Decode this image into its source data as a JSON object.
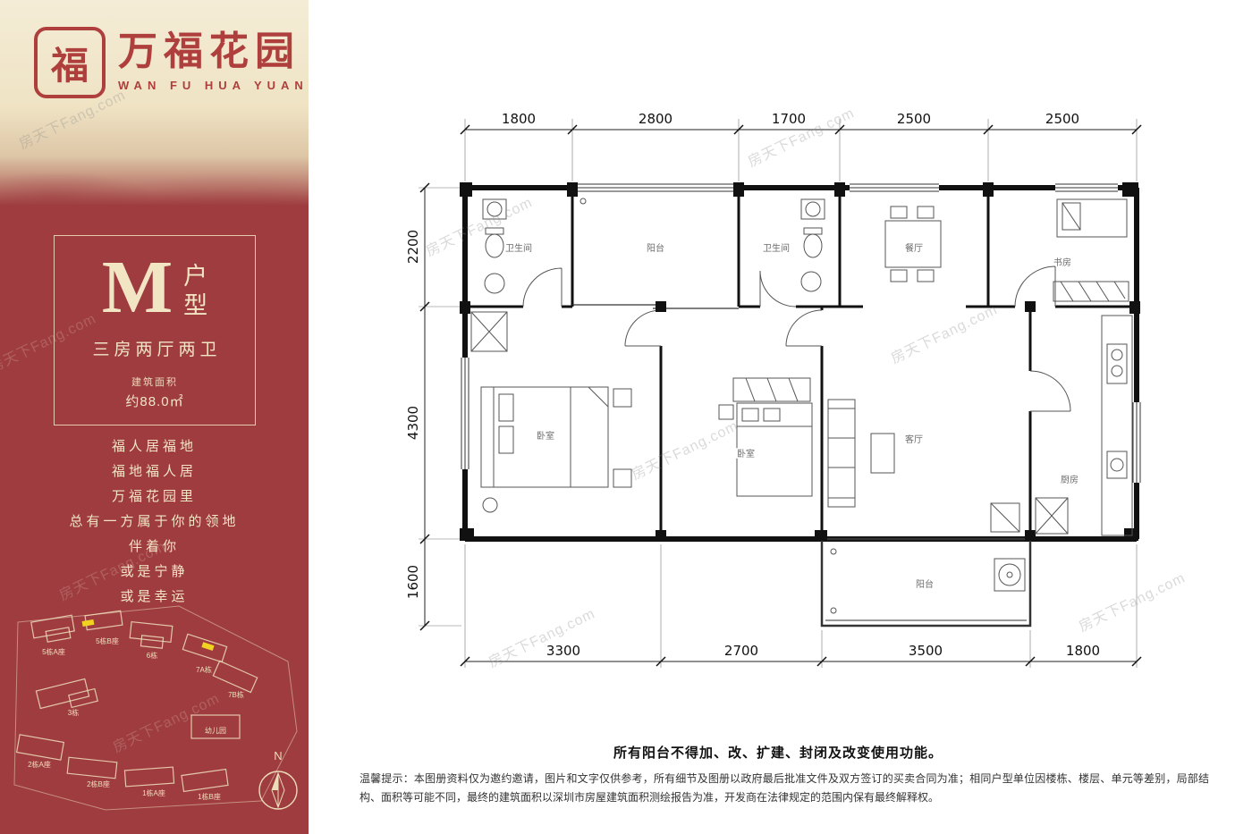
{
  "brand": {
    "logo_char": "福",
    "name": "万福花园",
    "name_en": "WAN FU HUA YUAN"
  },
  "unit_card": {
    "type_letter": "M",
    "type_word_1": "户",
    "type_word_2": "型",
    "layout": "三房两厅两卫",
    "area_label": "建筑面积",
    "area_value": "约88.0㎡"
  },
  "slogan_lines": [
    "福人居福地",
    "福地福人居",
    "万福花园里",
    "总有一方属于你的领地",
    "伴着你",
    "或是宁静",
    "或是幸运"
  ],
  "site_plan": {
    "buildings": [
      "5栋A座",
      "5栋B座",
      "6栋",
      "7A栋",
      "7B栋",
      "3栋",
      "幼儿园",
      "2栋A座",
      "2栋B座",
      "1栋A座",
      "1栋B座"
    ],
    "compass_label": "N"
  },
  "floor_plan": {
    "dims_top": [
      "1800",
      "2800",
      "1700",
      "2500",
      "2500"
    ],
    "dims_left": [
      "2200",
      "4300",
      "1600"
    ],
    "dims_bottom": [
      "3300",
      "2700",
      "3500",
      "1800"
    ],
    "rooms": {
      "bath_1": "卫生间",
      "balcony_top": "阳台",
      "bath_2": "卫生间",
      "dining": "餐厅",
      "study": "书房",
      "bedroom_1": "卧室",
      "bedroom_2": "卧室",
      "living": "客厅",
      "kitchen": "厨房",
      "balcony_bottom": "阳台"
    }
  },
  "notes": {
    "balcony_rule": "所有阳台不得加、改、扩建、封闭及改变使用功能。",
    "disclaimer": "温馨提示：本图册资料仅为邀约邀请，图片和文字仅供参考，所有细节及图册以政府最后批准文件及双方签订的买卖合同为准；相同户型单位因楼栋、楼层、单元等差别，局部结构、面积等可能不同，最终的建筑面积以深圳市房屋建筑面积测绘报告为准，开发商在法律规定的范围内保有最终解释权。"
  },
  "watermark": "房天下Fang.com",
  "colors": {
    "sidebar_red": "#9e3c40",
    "brand_red": "#ae3f3c",
    "cream": "#f2e5c4",
    "highlight_yellow": "#f0d321"
  }
}
